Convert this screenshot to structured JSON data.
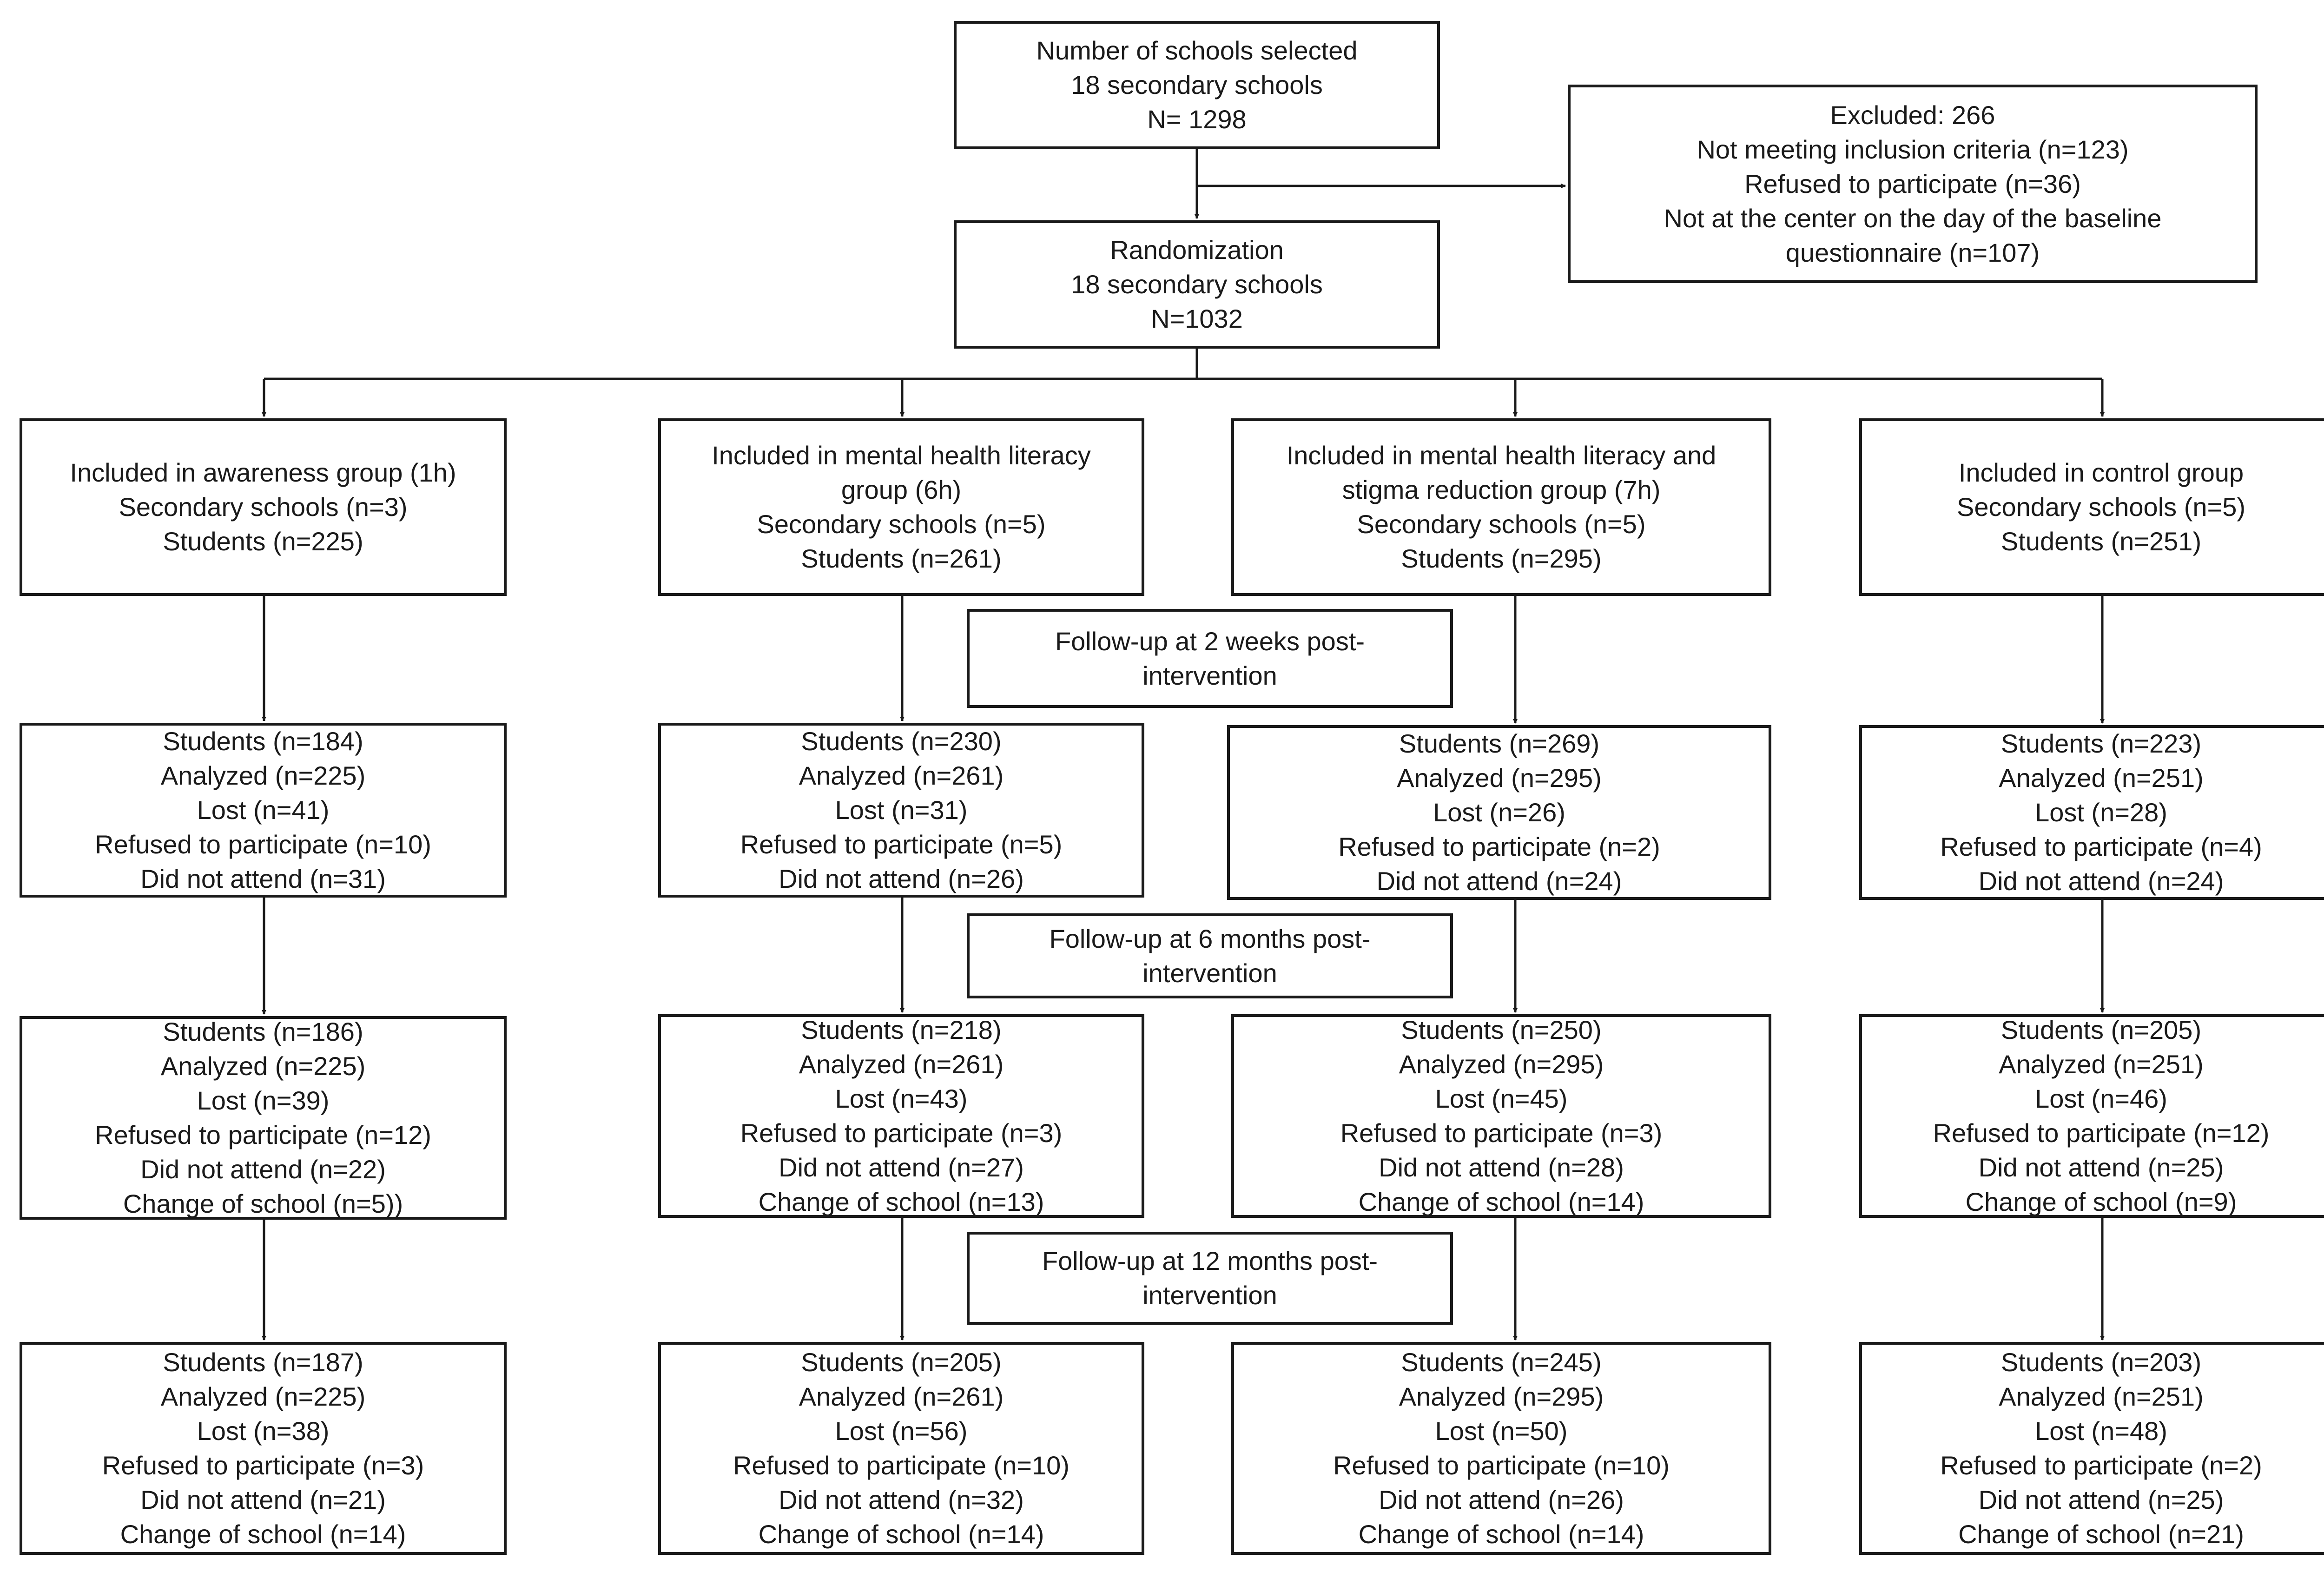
{
  "selected": {
    "title": "Number of schools selected",
    "schools": "18 secondary schools",
    "n": "N= 1298"
  },
  "excluded": {
    "title": "Excluded: 266",
    "lines": [
      "Not meeting inclusion criteria (n=123)",
      "Refused to participate (n=36)",
      "Not at the center on the day of the baseline questionnaire (n=107)"
    ]
  },
  "randomization": {
    "title": "Randomization",
    "schools": "18 secondary schools",
    "n": "N=1032"
  },
  "groups": [
    {
      "id": "awareness",
      "included": [
        "Included in awareness group (1h)",
        "Secondary schools (n=3)",
        "Students (n=225)"
      ],
      "week2": [
        "Students (n=184)",
        "Analyzed (n=225)",
        "Lost (n=41)",
        "Refused to participate (n=10)",
        "Did not attend (n=31)"
      ],
      "month6": [
        "Students (n=186)",
        "Analyzed (n=225)",
        "Lost (n=39)",
        "Refused to participate (n=12)",
        "Did not attend (n=22)",
        "Change of school (n=5))"
      ],
      "month12": [
        "Students (n=187)",
        "Analyzed (n=225)",
        "Lost (n=38)",
        "Refused to participate (n=3)",
        "Did not attend (n=21)",
        "Change of school (n=14)"
      ]
    },
    {
      "id": "mhl",
      "included": [
        "Included in mental health literacy group (6h)",
        "Secondary schools (n=5)",
        "Students (n=261)"
      ],
      "week2": [
        "Students (n=230)",
        "Analyzed (n=261)",
        "Lost (n=31)",
        "Refused to participate (n=5)",
        "Did not attend (n=26)"
      ],
      "month6": [
        "Students (n=218)",
        "Analyzed (n=261)",
        "Lost (n=43)",
        "Refused to participate (n=3)",
        "Did not attend (n=27)",
        "Change of school (n=13)"
      ],
      "month12": [
        "Students (n=205)",
        "Analyzed (n=261)",
        "Lost (n=56)",
        "Refused to participate (n=10)",
        "Did not attend (n=32)",
        "Change of school (n=14)"
      ]
    },
    {
      "id": "mhl-stigma",
      "included": [
        "Included in mental health literacy and stigma reduction group (7h)",
        "Secondary schools (n=5)",
        "Students (n=295)"
      ],
      "week2": [
        "Students (n=269)",
        "Analyzed (n=295)",
        "Lost (n=26)",
        "Refused to participate (n=2)",
        "Did not attend (n=24)"
      ],
      "month6": [
        "Students (n=250)",
        "Analyzed (n=295)",
        "Lost (n=45)",
        "Refused to participate (n=3)",
        "Did not attend (n=28)",
        "Change of school (n=14)"
      ],
      "month12": [
        "Students (n=245)",
        "Analyzed (n=295)",
        "Lost (n=50)",
        "Refused to participate (n=10)",
        "Did not attend (n=26)",
        "Change of school (n=14)"
      ]
    },
    {
      "id": "control",
      "included": [
        "Included in control group",
        "Secondary schools (n=5)",
        "Students (n=251)"
      ],
      "week2": [
        "Students (n=223)",
        "Analyzed (n=251)",
        "Lost (n=28)",
        "Refused to participate (n=4)",
        "Did not attend (n=24)"
      ],
      "month6": [
        "Students (n=205)",
        "Analyzed (n=251)",
        "Lost (n=46)",
        "Refused to participate (n=12)",
        "Did not attend (n=25)",
        "Change of school (n=9)"
      ],
      "month12": [
        "Students (n=203)",
        "Analyzed (n=251)",
        "Lost (n=48)",
        "Refused to participate (n=2)",
        "Did not attend (n=25)",
        "Change of school (n=21)"
      ]
    }
  ],
  "followups": {
    "week2": "Follow-up at 2 weeks post-intervention",
    "month6": "Follow-up at 6 months post-intervention",
    "month12": "Follow-up at 12 months post-intervention"
  }
}
